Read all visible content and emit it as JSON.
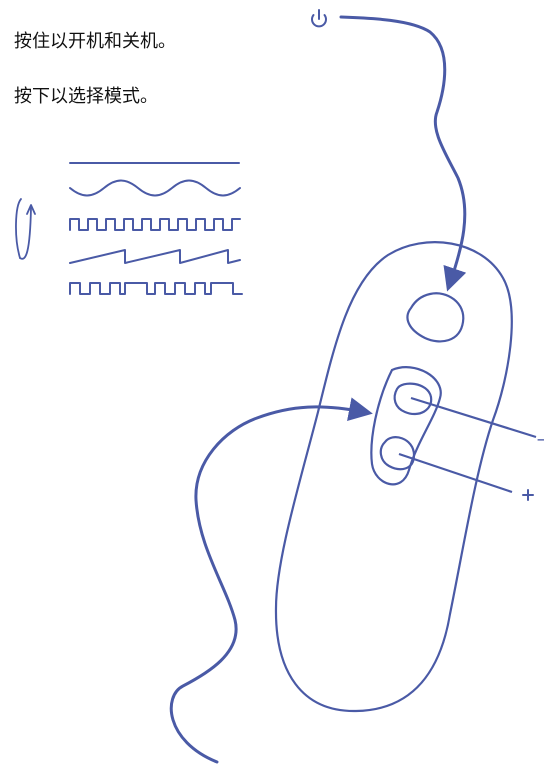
{
  "instructions": {
    "power": "按住以开机和关机。",
    "mode": "按下以选择模式。"
  },
  "icons": {
    "power": "power-icon",
    "cycle": "cycle-arrow-icon",
    "patterns": [
      "steady-line-pattern",
      "wave-pattern",
      "pulse-pattern",
      "sawtooth-pattern",
      "burst-pattern"
    ]
  },
  "labels": {
    "minus": "−",
    "plus": "+"
  },
  "colors": {
    "stroke": "#4a5aa6",
    "text": "#111111"
  }
}
